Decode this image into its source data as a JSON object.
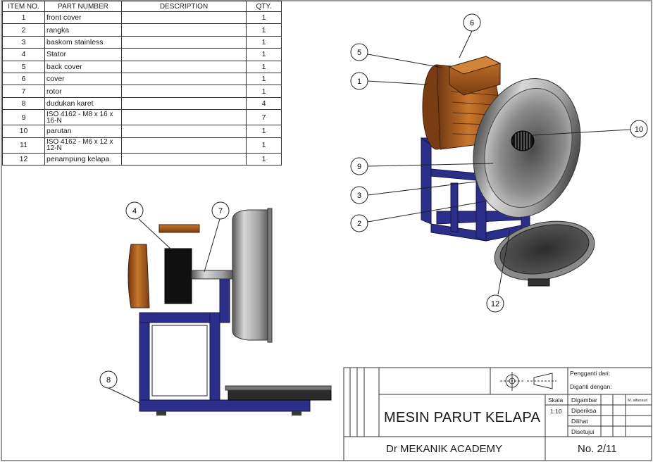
{
  "bom": {
    "headers": [
      "ITEM NO.",
      "PART NUMBER",
      "DESCRIPTION",
      "QTY."
    ],
    "rows": [
      {
        "item": "1",
        "part": "front cover",
        "qty": "1"
      },
      {
        "item": "2",
        "part": "rangka",
        "qty": "1"
      },
      {
        "item": "3",
        "part": "baskom stainless",
        "qty": "1"
      },
      {
        "item": "4",
        "part": "Stator",
        "qty": "1"
      },
      {
        "item": "5",
        "part": "back cover",
        "qty": "1"
      },
      {
        "item": "6",
        "part": "cover",
        "qty": "1"
      },
      {
        "item": "7",
        "part": "rotor",
        "qty": "1"
      },
      {
        "item": "8",
        "part": "dudukan karet",
        "qty": "4"
      },
      {
        "item": "9",
        "part": "ISO 4162 - M8 x 16 x 16-N",
        "qty": "7"
      },
      {
        "item": "10",
        "part": "parutan",
        "qty": "1"
      },
      {
        "item": "11",
        "part": "ISO 4162 - M6 x 12 x 12-N",
        "qty": "1"
      },
      {
        "item": "12",
        "part": "penampung kelapa",
        "qty": "1"
      }
    ]
  },
  "balloons": {
    "b1": "1",
    "b2": "2",
    "b3": "3",
    "b4": "4",
    "b5": "5",
    "b6": "6",
    "b7": "7",
    "b8": "8",
    "b9": "9",
    "b10": "10",
    "b12": "12"
  },
  "title_block": {
    "pengganti_dari": "Pengganti dari:",
    "diganti_dengan": "Diganti dengan:",
    "skala_label": "Skala",
    "skala_value": "1:10",
    "digambar": "Digambar",
    "digambar_name": "M. alfansuri",
    "diperiksa": "Diperiksa",
    "dilihat": "Dilihat",
    "disetujui": "Disetujui",
    "title": "MESIN PARUT KELAPA",
    "company": "Dr MEKANIK ACADEMY",
    "drawing_no": "No. 2/11"
  },
  "colors": {
    "frame": "#2b2f8a",
    "frame_dark": "#1a1c55",
    "copper": "#a5561d",
    "copper_light": "#c9772c",
    "steel": "#9a9a9a",
    "steel_dark": "#3c3c3c",
    "rubber": "#111111"
  }
}
